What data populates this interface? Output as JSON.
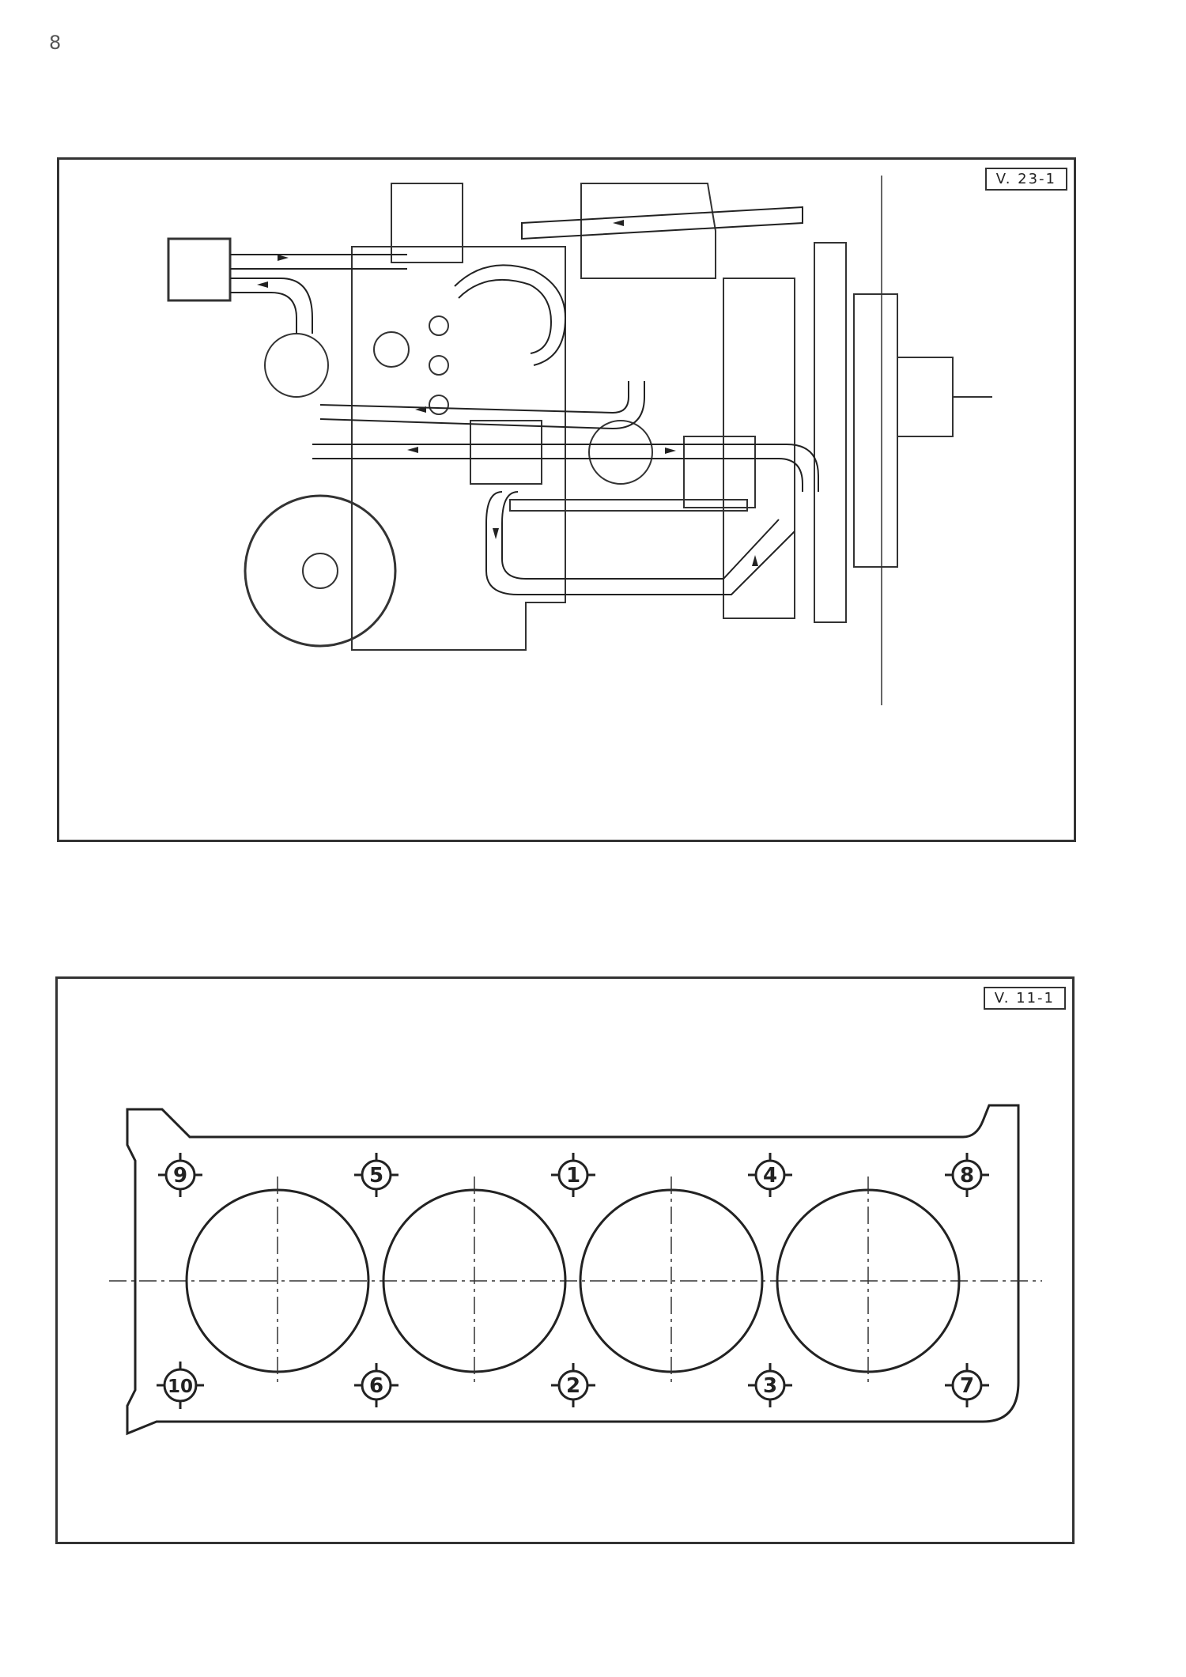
{
  "page": {
    "number": "8"
  },
  "figures": [
    {
      "id": "cooling-circuit",
      "reference": "V. 23-1"
    },
    {
      "id": "cylinder-head-tightening",
      "reference": "V. 11-1",
      "bolt_sequence": [
        "9",
        "5",
        "1",
        "4",
        "8",
        "10",
        "6",
        "2",
        "3",
        "7"
      ]
    }
  ],
  "icons": {
    "flow_arrow": "flow-arrow-icon",
    "bolt_marker": "bolt-position-icon"
  }
}
